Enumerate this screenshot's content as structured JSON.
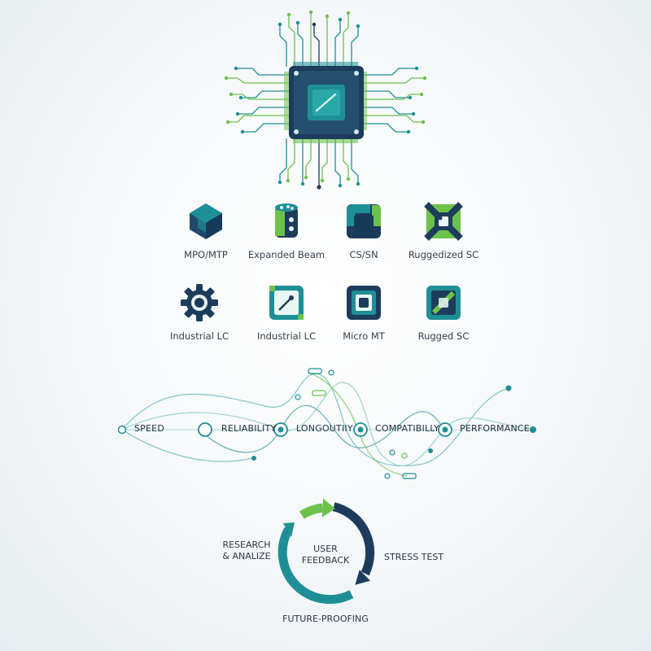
{
  "colors": {
    "navy": "#1d3c5c",
    "teal": "#1e8f96",
    "green": "#6cc24a",
    "ink": "#2b3a47"
  },
  "connectors": [
    {
      "label": "MPO/MTP",
      "icon": "hexagon-cube-icon"
    },
    {
      "label": "Expanded Beam",
      "icon": "cylinder-lens-icon"
    },
    {
      "label": "CS/SN",
      "icon": "rounded-square-icon"
    },
    {
      "label": "Ruggedized SC",
      "icon": "cross-frame-icon"
    },
    {
      "label": "Industrial LC",
      "icon": "gear-icon"
    },
    {
      "label": "Industrial LC",
      "icon": "dial-square-icon"
    },
    {
      "label": "Micro MT",
      "icon": "chip-square-icon"
    },
    {
      "label": "Rugged SC",
      "icon": "diagonal-frame-icon"
    }
  ],
  "timeline": [
    "SPEED",
    "RELIABILITY",
    "LONGOUTIIY",
    "COMPATIBILLY",
    "PERFORMANCE"
  ],
  "cycle": {
    "center_line1": "USER",
    "center_line2": "FEEDBACK",
    "left_line1": "RESEARCH",
    "left_line2": "& ANALIZE",
    "right": "STRESS TEST",
    "bottom": "FUTURE-PROOFING"
  }
}
